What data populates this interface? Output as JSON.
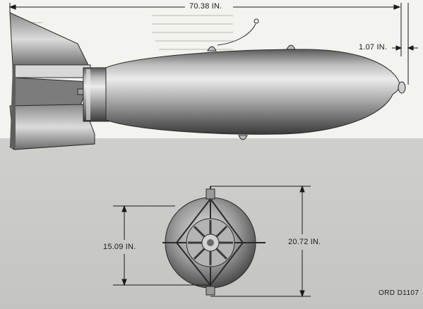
{
  "dimensions": {
    "overall_length": "70.38 IN.",
    "nose_offset": "1.07 IN.",
    "fin_span": "15.09 IN.",
    "body_diameter": "20.72 IN."
  },
  "drawing_code": "ORD D1107",
  "colors": {
    "paper_light": "#f3f3ef",
    "photo_background": "#cfcfcc",
    "bomb_body_dark": "#4a4a4a",
    "bomb_body_light": "#e6e6e6"
  }
}
